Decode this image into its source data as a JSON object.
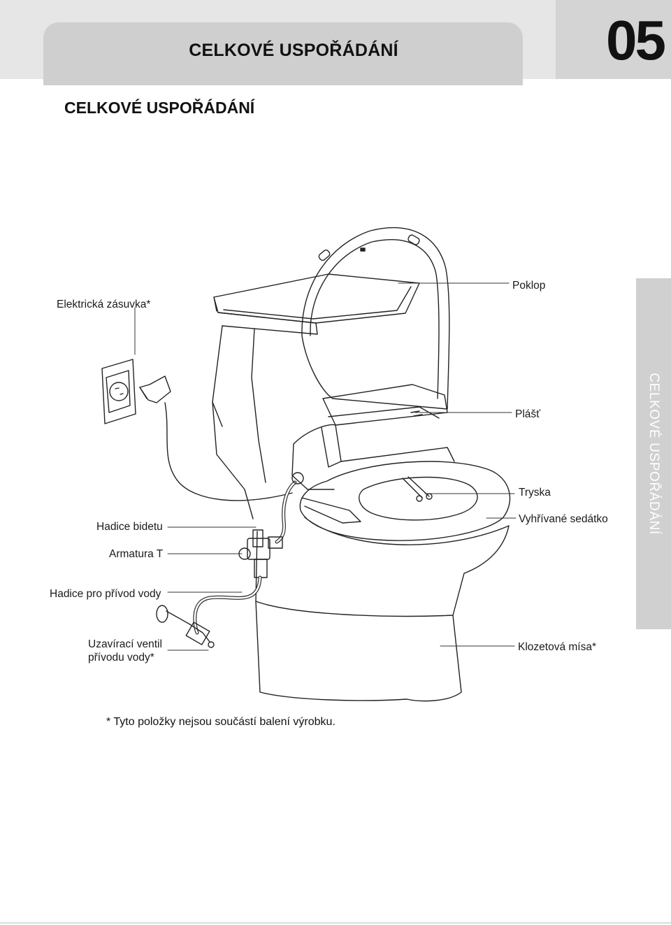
{
  "header": {
    "title": "CELKOVÉ USPOŘÁDÁNÍ",
    "page_number": "05"
  },
  "section_title": "CELKOVÉ USPOŘÁDÁNÍ",
  "side_tab": "CELKOVÉ USPOŘÁDÁNÍ",
  "labels": {
    "outlet": "Elektrická zásuvka*",
    "lid": "Poklop",
    "cover": "Plášť",
    "nozzle": "Tryska",
    "bidet_hose": "Hadice bidetu",
    "heated_seat": "Vyhřívané sedátko",
    "t_fitting": "Armatura T",
    "supply_hose": "Hadice pro přívod vody",
    "valve_line1": "Uzavírací ventil",
    "valve_line2": "přívodu vody*",
    "bowl": "Klozetová mísa*"
  },
  "footnote": "* Tyto položky nejsou součástí balení výrobku."
}
